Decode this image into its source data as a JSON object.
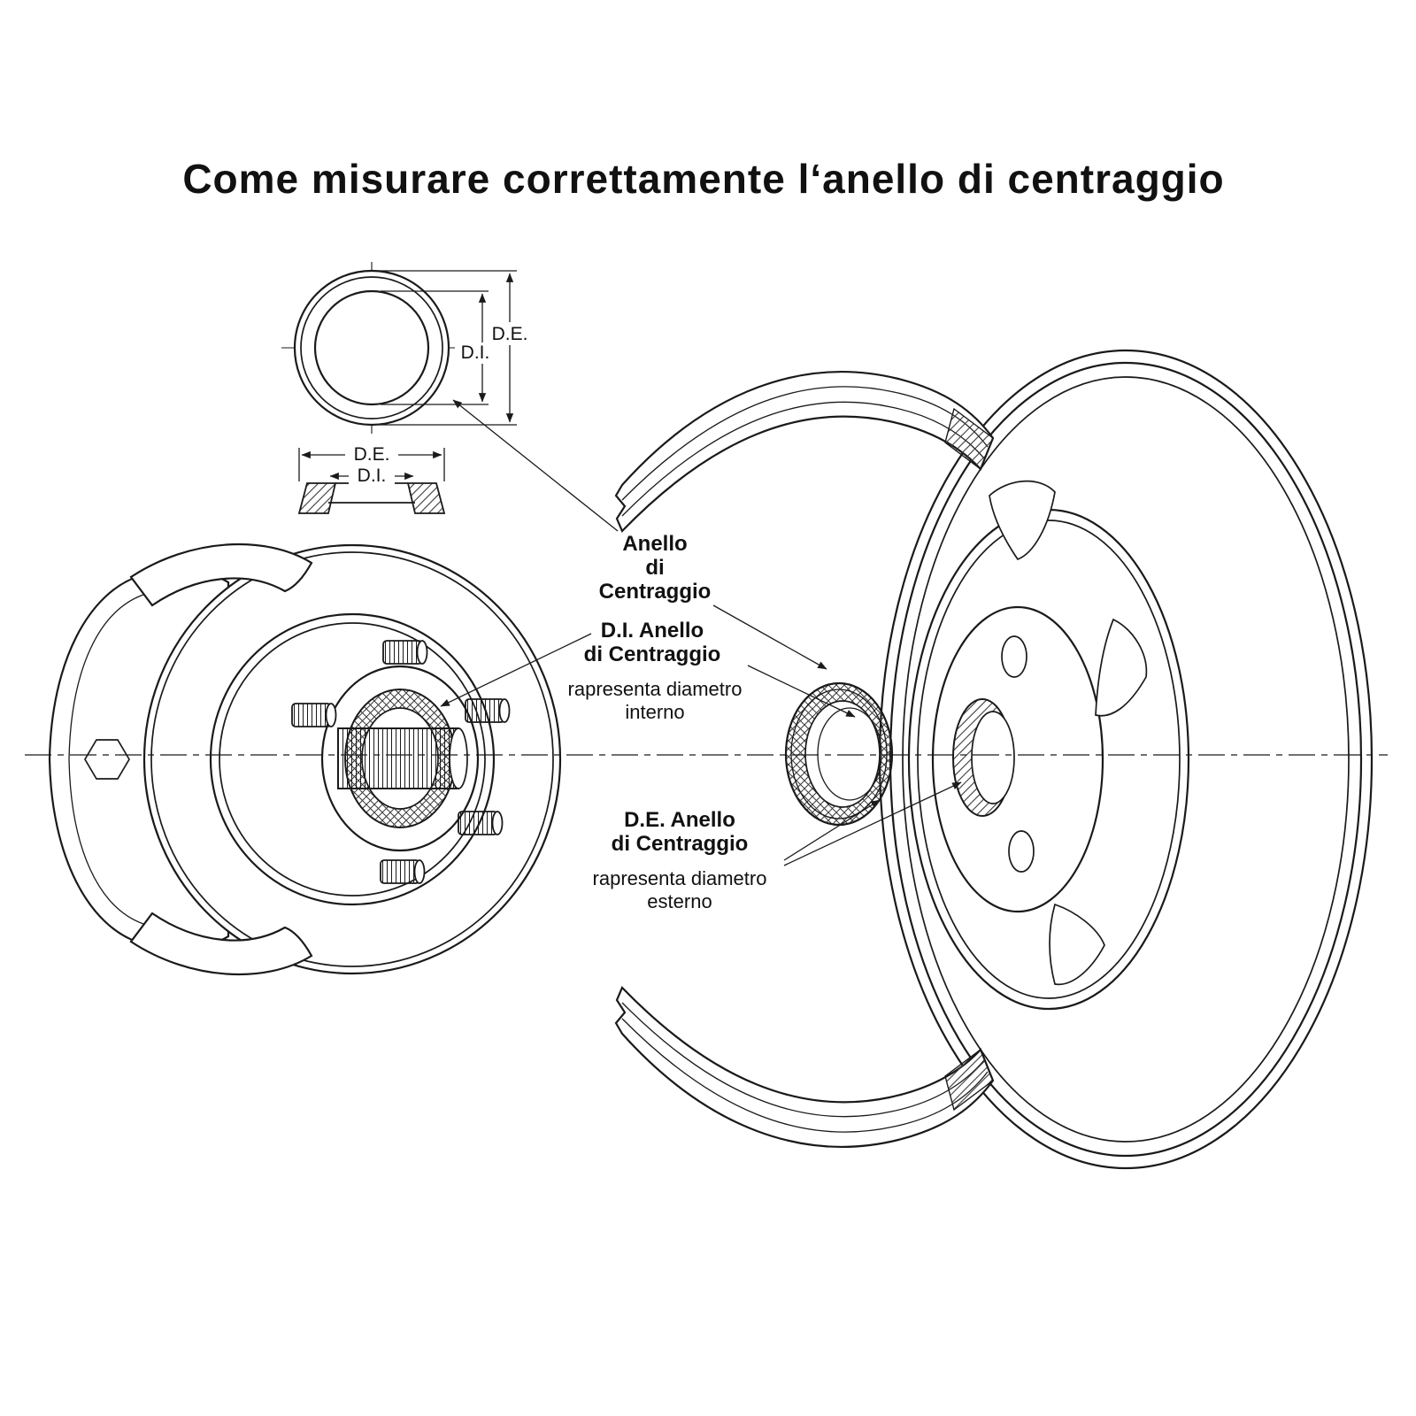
{
  "title": "Come misurare correttamente l‘anello di centraggio",
  "front_view": {
    "de_label": "D.E.",
    "di_label": "D.I."
  },
  "section_view": {
    "de_label": "D.E.",
    "di_label": "D.I."
  },
  "callouts": {
    "anello": {
      "l1": "Anello",
      "l2": "di",
      "l3": "Centraggio"
    },
    "di": {
      "l1": "D.I. Anello",
      "l2": "di Centraggio",
      "d1": "rapresenta diametro",
      "d2": "interno"
    },
    "de": {
      "l1": "D.E. Anello",
      "l2": "di Centraggio",
      "d1": "rapresenta diametro",
      "d2": "esterno"
    }
  },
  "colors": {
    "ink": "#1a1a1a",
    "background": "#ffffff"
  }
}
